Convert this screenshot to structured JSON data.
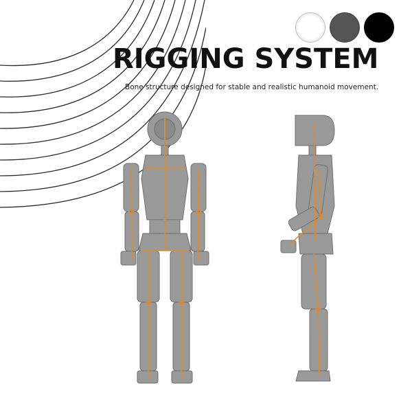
{
  "header": {
    "title": "RIGGING SYSTEM",
    "subtitle": "Bone structure designed for stable and realistic humanoid movement."
  },
  "swatches": [
    {
      "name": "white",
      "color": "#ffffff"
    },
    {
      "name": "gray",
      "color": "#555555"
    },
    {
      "name": "black",
      "color": "#000000"
    }
  ],
  "colors": {
    "robot_body": "#9a9a9a",
    "robot_shadow": "#7f7f7f",
    "bone": "#e08a2a"
  },
  "icons": [
    "color-swatch-white",
    "color-swatch-gray",
    "color-swatch-black"
  ]
}
